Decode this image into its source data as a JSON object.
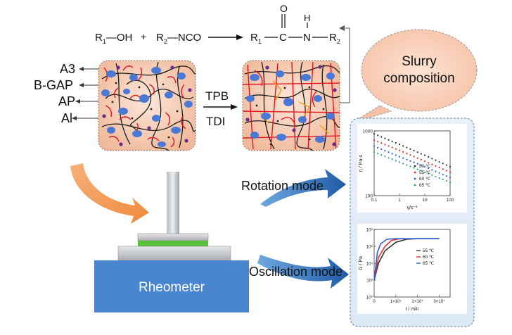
{
  "reaction": {
    "r1": "R",
    "r1_sub": "1",
    "oh": "—OH",
    "plus": "+",
    "r2": "R",
    "r2_sub": "2",
    "nco": "—NCO",
    "product_o": "O",
    "product_h": "H",
    "product_c": "C",
    "product_n": "N",
    "product_r1": "R",
    "product_r1_sub": "1",
    "product_r2": "R",
    "product_r2_sub": "2"
  },
  "components": {
    "labels": [
      "A3",
      "B-GAP",
      "AP",
      "Al"
    ]
  },
  "curing": {
    "agent_top": "TPB",
    "agent_bottom": "TDI"
  },
  "bubble": {
    "line1": "Slurry",
    "line2": "composition"
  },
  "modes": {
    "rotation": "Rotation mode",
    "oscillation": "Oscillation mode"
  },
  "instrument": {
    "label": "Rheometer"
  },
  "colors": {
    "binder_line": "#1a1a1a",
    "crosslink_red": "#e0141e",
    "crosslink_orange": "#f0a020",
    "particle_blue": "#4a78d6",
    "particle_purple": "#6a2a8a",
    "panel_fill": "#f4d2c0",
    "rheometer_blue": "#4a86d0",
    "sample_green": "#5ac23a",
    "arrow_orange": "#f39c5a",
    "arrow_blue": "#2e6ab0",
    "charts_panel": "#e8f0f8"
  },
  "chart_data": [
    {
      "type": "line",
      "title": "",
      "xlabel": "γ/s⁻¹",
      "ylabel": "η / Pa·s",
      "x_scale": "log",
      "y_scale": "log",
      "xlim": [
        0.1,
        100
      ],
      "ylim": [
        100,
        1000
      ],
      "x_ticks": [
        "0.1",
        "1",
        "10",
        "100"
      ],
      "y_ticks": [
        "100",
        "1000"
      ],
      "legend_position": "center-right",
      "series": [
        {
          "name": "50 ℃",
          "color": "#333333",
          "x": [
            0.1,
            1,
            10,
            100
          ],
          "values": [
            900,
            620,
            420,
            280
          ]
        },
        {
          "name": "55 ℃",
          "color": "#e03030",
          "x": [
            0.1,
            1,
            10,
            100
          ],
          "values": [
            720,
            500,
            340,
            230
          ]
        },
        {
          "name": "60 ℃",
          "color": "#2f5fd0",
          "x": [
            0.1,
            1,
            10,
            100
          ],
          "values": [
            580,
            400,
            280,
            190
          ]
        },
        {
          "name": "65 ℃",
          "color": "#30a080",
          "x": [
            0.1,
            1,
            10,
            100
          ],
          "values": [
            470,
            330,
            230,
            160
          ]
        }
      ]
    },
    {
      "type": "line",
      "title": "",
      "xlabel": "t / min",
      "ylabel": "G / Pa",
      "y_scale": "log",
      "xlim": [
        0,
        35000
      ],
      "ylim": [
        1,
        100000000
      ],
      "x_ticks": [
        "0",
        "1×10⁴",
        "2×10⁴",
        "3×10⁴"
      ],
      "y_ticks": [
        "10⁰",
        "10²",
        "10⁴",
        "10⁶",
        "10⁸"
      ],
      "legend_position": "center-right",
      "series": [
        {
          "name": "55 ℃",
          "color": "#333333",
          "x": [
            0,
            2000,
            5000,
            10000,
            15000,
            20000,
            25000,
            30000
          ],
          "values": [
            100,
            10000,
            300000,
            3000000,
            7000000,
            8000000,
            8000000,
            8000000
          ]
        },
        {
          "name": "60 ℃",
          "color": "#e03030",
          "x": [
            0,
            2000,
            5000,
            8000,
            12000,
            16000,
            20000,
            30000
          ],
          "values": [
            100,
            50000,
            1000000,
            5000000,
            8000000,
            8000000,
            8000000,
            8000000
          ]
        },
        {
          "name": "65 ℃",
          "color": "#2f5fd0",
          "x": [
            0,
            1500,
            3000,
            6000,
            10000,
            14000,
            20000,
            30000
          ],
          "values": [
            100,
            200000,
            2000000,
            7000000,
            8000000,
            8000000,
            8000000,
            8000000
          ]
        }
      ]
    }
  ]
}
